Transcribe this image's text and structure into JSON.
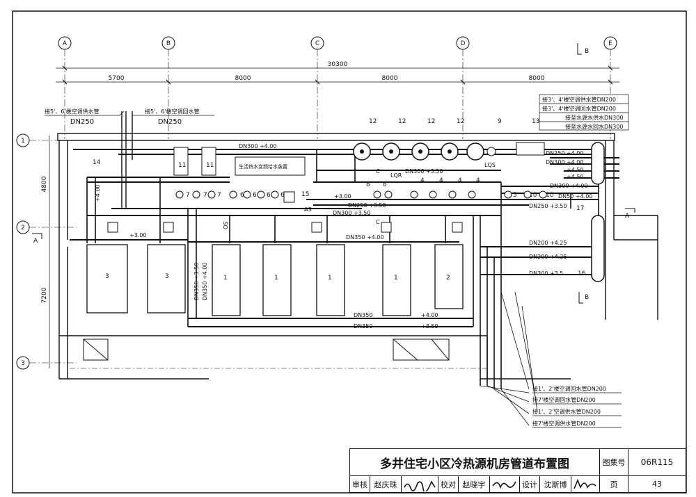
{
  "axes": {
    "columns": [
      "A",
      "B",
      "C",
      "D",
      "E"
    ],
    "rows": [
      "1",
      "2",
      "3"
    ],
    "total_dim": "30300",
    "col_dims": [
      "5700",
      "8000",
      "8000",
      "8000"
    ],
    "row_dims": [
      "4800",
      "7200"
    ],
    "section_marks": [
      "B",
      "A",
      "B",
      "A"
    ]
  },
  "top_labels": {
    "left1_line1": "接5'、6'楼空调供水管",
    "left1_line2": "DN250",
    "left2_line1": "接5'、6'楼空调回水管",
    "left2_line2": "DN250"
  },
  "right_labels": [
    "接3'、4'楼空调供水管DN200",
    "接3'、4'楼空调回水管DN200",
    "接至水源水供水DN300",
    "接至水源水回水DN300"
  ],
  "bottom_labels": [
    "接1'、2'楼空调回水管DN200",
    "接7'楼空调回水管DN200",
    "接1'、2'空调供水管DN200",
    "接7'楼空调供水管DN200"
  ],
  "pipe_labels": {
    "dn300_400": "DN300 +4.00",
    "dn300_350": "DN300 +3.50",
    "dn250_350": "DN250 +3.50",
    "dn300_350b": "DN300 +3.50",
    "dn350_400": "DN350 +4.00",
    "plus300a": "+3.00",
    "plus300b": "+3.00",
    "plus400v": "+4.00",
    "dn350_bot": "DN350",
    "plus400_bot": "+4.00",
    "dn350_bot2": "DN350",
    "plus350_bot": "+3.50",
    "dn350v1": "DN350 +3.50",
    "dn350v2": "DN350 +4.00",
    "as": "AS",
    "lqs": "LQS",
    "lqr": "LQR",
    "c1": "C",
    "c2": "C",
    "os": "OS",
    "r_dn250": "DN250 +4.00",
    "r_dn300": "DN300 +4.00",
    "r_450a": "+4.50",
    "r_450b": "+4.50",
    "r_dn300b": "DN300 +4.00",
    "r_dn50": "DN50 +4.00",
    "r_dn250b": "DN250 +3.50",
    "r_dn200a": "DN200 +4.25",
    "r_dn200b": "DN200  +4.25",
    "r_dn300c": "DN300  +3.5"
  },
  "equipment": {
    "e14": "14",
    "e11a": "11",
    "e11b": "11",
    "e15": "15",
    "e13": "13",
    "e9": "9",
    "e12": [
      "12",
      "12",
      "12",
      "12"
    ],
    "e8a": "8",
    "e8b": "8",
    "e4": [
      "4",
      "4",
      "4",
      "4"
    ],
    "e5": "5",
    "e10a": "10",
    "e10b": "10",
    "e7": [
      "7",
      "7",
      "7"
    ],
    "e6": [
      "6",
      "6",
      "6",
      "6"
    ],
    "e17": "17",
    "e16": "16",
    "hw_device": "生活热水变频给水装置",
    "e3a": "3",
    "e3b": "3",
    "e1": [
      "1",
      "1",
      "1",
      "1"
    ],
    "e2": "2"
  },
  "title_block": {
    "title": "多井住宅小区冷热源机房管道布置图",
    "atlas_label": "图集号",
    "atlas_no": "06R115",
    "review_label": "审核",
    "reviewer": "赵庆珠",
    "check_label": "校对",
    "checker": "赵晓宇",
    "design_label": "设计",
    "designer": "沈斯博",
    "page_label": "页",
    "page_no": "43"
  }
}
